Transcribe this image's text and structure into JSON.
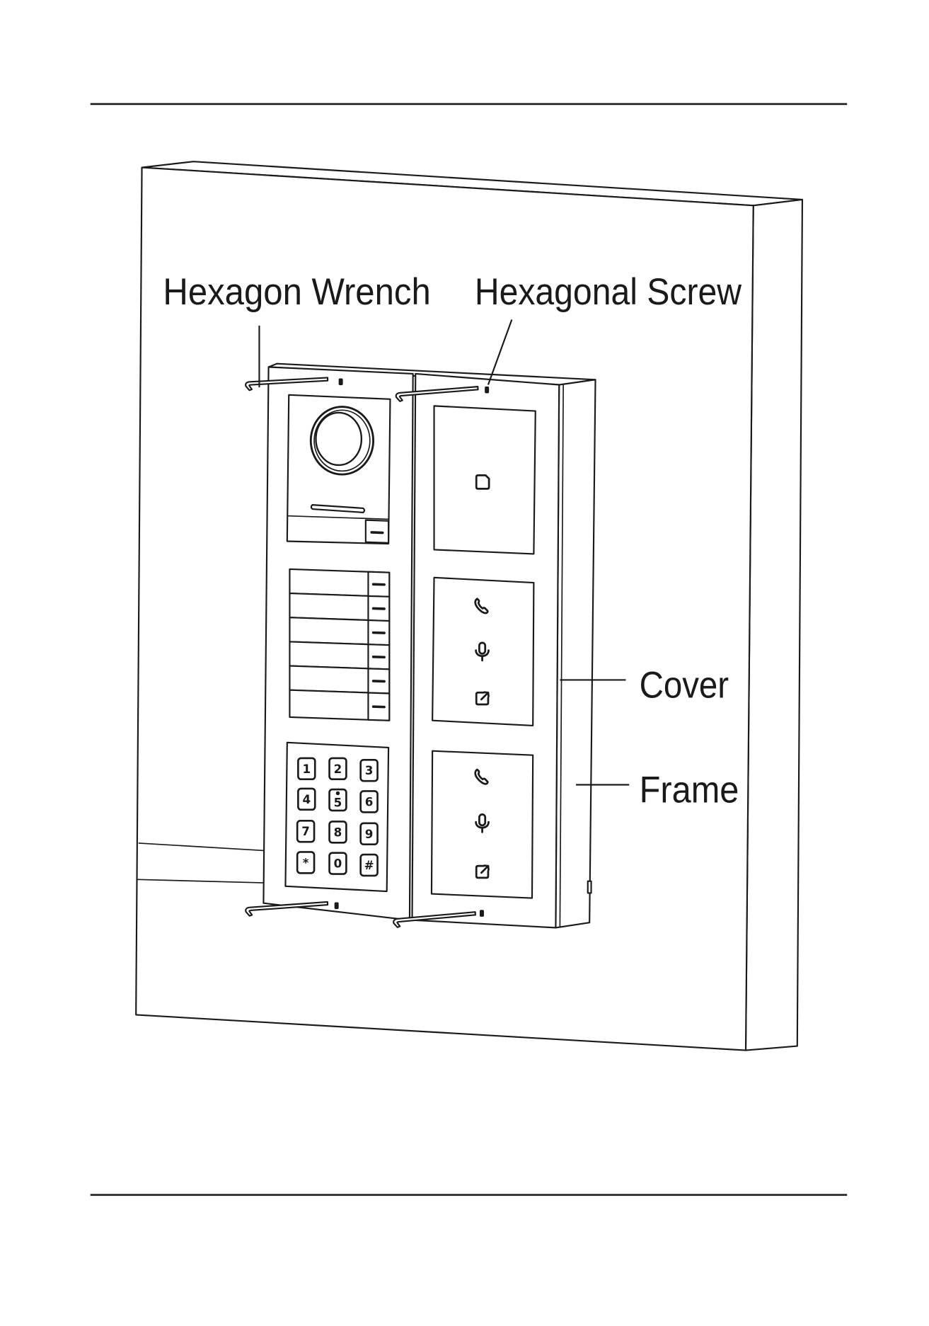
{
  "callouts": {
    "hexagon_wrench": "Hexagon Wrench",
    "hexagonal_screw": "Hexagonal Screw",
    "cover": "Cover",
    "frame": "Frame"
  },
  "keypad": {
    "keys": [
      "1",
      "2",
      "3",
      "4",
      "5",
      "6",
      "7",
      "8",
      "9",
      "*",
      "0",
      "#"
    ]
  },
  "icons": {
    "camera": "camera-lens-icon",
    "card_reader": "card-icon",
    "call": "phone-icon",
    "microphone": "microphone-icon",
    "unlock": "door-open-icon",
    "tool": "hex-wrench-icon",
    "fastener": "hex-screw-icon"
  },
  "colors": {
    "line": "#1a1a1a",
    "background": "#ffffff"
  }
}
